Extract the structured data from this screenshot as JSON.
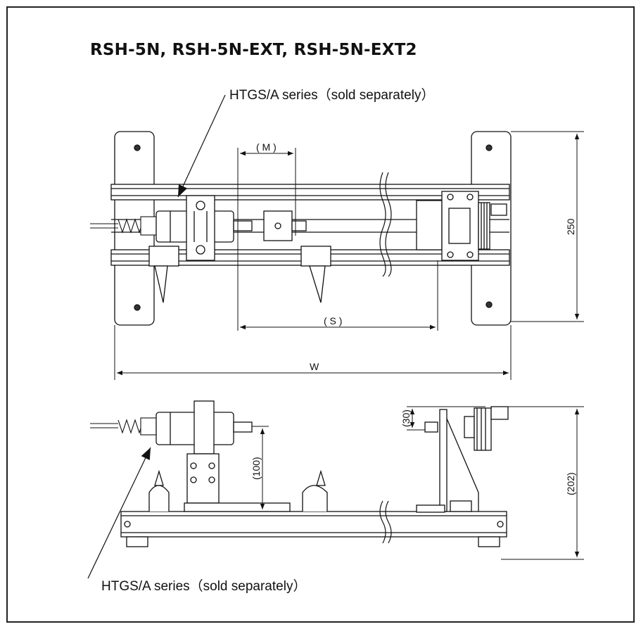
{
  "title": "RSH-5N, RSH-5N-EXT, RSH-5N-EXT2",
  "callouts": {
    "top": "HTGS/A series（sold separately）",
    "bottom": "HTGS/A series（sold separately）"
  },
  "dimensions": {
    "m": "( M )",
    "s": "( S )",
    "w": "W",
    "height_top": "250",
    "gauge_height": "(100)",
    "clearance": "(30)",
    "overall_height": "(202)"
  }
}
